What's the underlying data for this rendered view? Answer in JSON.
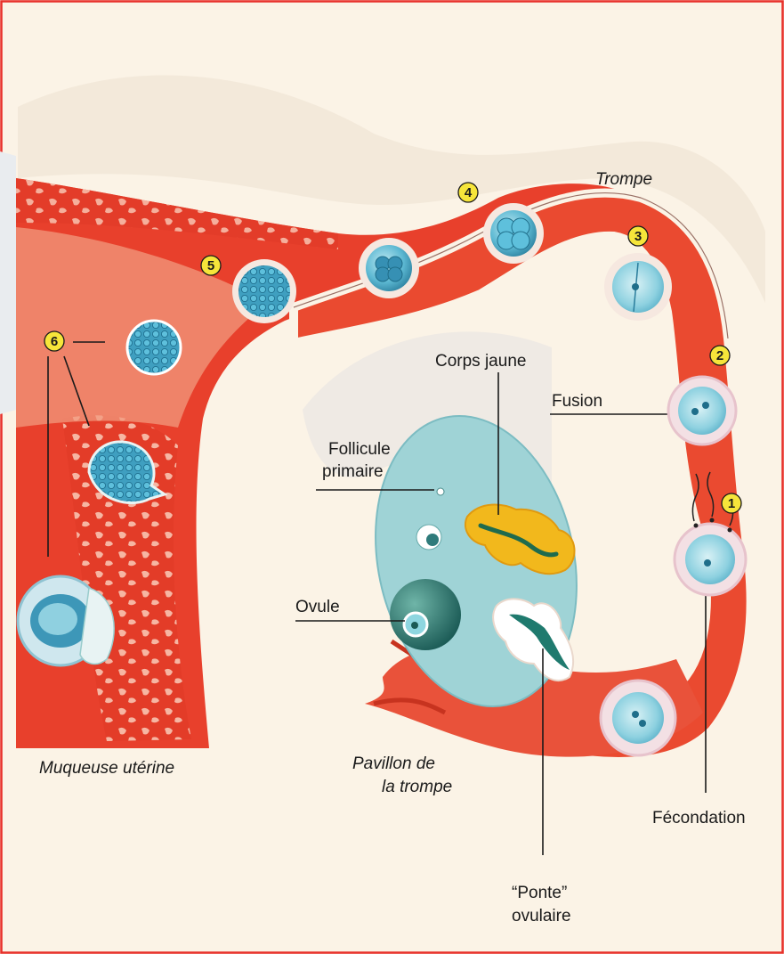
{
  "labels": {
    "trompe": "Trompe",
    "corps_jaune": "Corps jaune",
    "fusion": "Fusion",
    "follicule_line1": "Follicule",
    "follicule_line2": "primaire",
    "ovule": "Ovule",
    "muqueuse": "Muqueuse utérine",
    "pavillon_line1": "Pavillon de",
    "pavillon_line2": "la trompe",
    "fecondation": "Fécondation",
    "ponte_line1": "“Ponte”",
    "ponte_line2": "ovulaire"
  },
  "stage_markers": [
    "1",
    "2",
    "3",
    "4",
    "5",
    "6"
  ],
  "colors": {
    "frame": "#e8302a",
    "background": "#fbf3e6",
    "tissue_red": "#e8402c",
    "tissue_light": "#f4a890",
    "ovary_blue": "#9fd3d6",
    "cell_blue": "#4fb0cc",
    "cell_dark": "#1f6e8a",
    "corpus_yellow": "#f2b81c",
    "marker_yellow": "#f6e53a"
  }
}
